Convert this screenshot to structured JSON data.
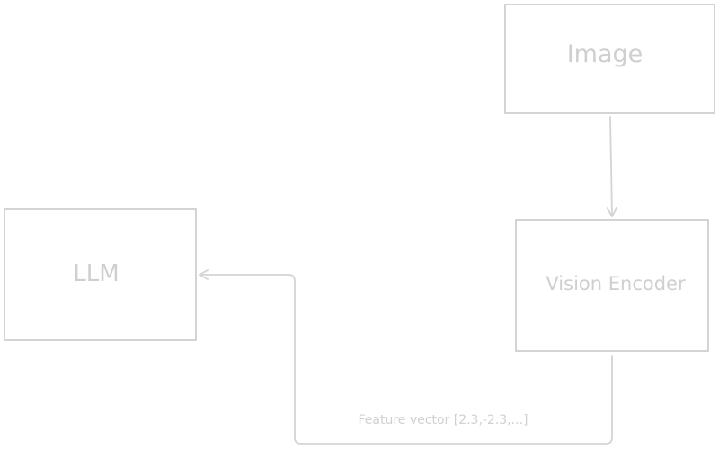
{
  "nodes": {
    "image": {
      "label": "Image"
    },
    "vision_encoder": {
      "label": "Vision Encoder"
    },
    "llm": {
      "label": "LLM"
    }
  },
  "edges": {
    "image_to_encoder": {
      "from": "image",
      "to": "vision_encoder",
      "label": ""
    },
    "encoder_to_llm": {
      "from": "vision_encoder",
      "to": "llm",
      "label": "Feature vector [2.3,-2.3,...]"
    }
  },
  "colors": {
    "stroke": "#d4d4d4",
    "text": "#cfcfcf"
  }
}
